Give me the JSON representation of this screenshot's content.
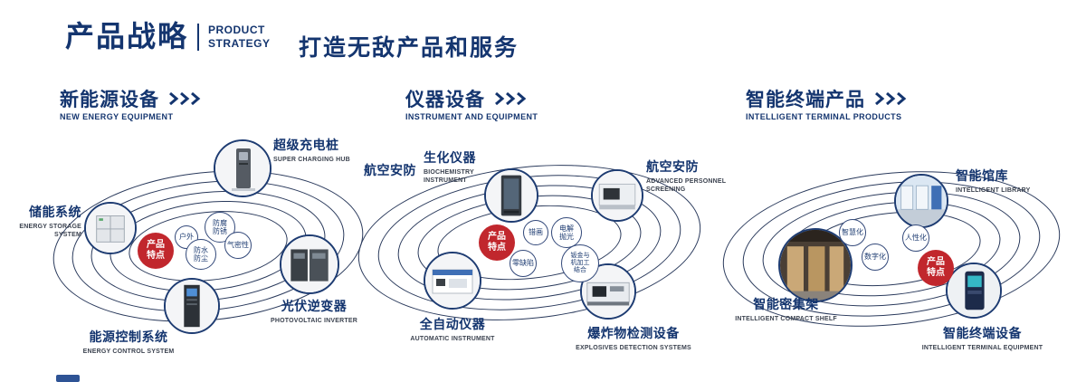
{
  "header": {
    "title_cn": "产品战略",
    "title_en_line1": "PRODUCT",
    "title_en_line2": "STRATEGY",
    "slogan": "打造无敌产品和服务"
  },
  "colors": {
    "navy": "#14356f",
    "red": "#c1272d"
  },
  "sections": {
    "new_energy": {
      "title_cn": "新能源设备",
      "title_en": "NEW ENERGY EQUIPMENT",
      "badge": "产品特点",
      "features": [
        "户外",
        "防腐防锈",
        "防水防尘",
        "气密性"
      ],
      "products": {
        "charging_hub": {
          "cn": "超级充电桩",
          "en": "SUPER CHARGING HUB"
        },
        "storage": {
          "cn": "储能系统",
          "en": "ENERGY STORAGE SYSTEM"
        },
        "inverter": {
          "cn": "光伏逆变器",
          "en": "PHOTOVOLTAIC INVERTER"
        },
        "control": {
          "cn": "能源控制系统",
          "en": "ENERGY CONTROL SYSTEM"
        }
      }
    },
    "instrument": {
      "title_cn": "仪器设备",
      "title_en": "INSTRUMENT AND EQUIPMENT",
      "side_label": "航空安防",
      "badge": "产品特点",
      "features": [
        "错画",
        "电解抛光",
        "零缺陷",
        "钣金与机加工结合"
      ],
      "products": {
        "biochemistry": {
          "cn": "生化仪器",
          "en": "BIOCHEMISTRY INSTRUMENT"
        },
        "screening": {
          "cn": "航空安防",
          "en": "ADVANCED PERSONNEL SCREENING"
        },
        "automatic": {
          "cn": "全自动仪器",
          "en": "AUTOMATIC INSTRUMENT"
        },
        "explosives": {
          "cn": "爆炸物检测设备",
          "en": "EXPLOSIVES DETECTION SYSTEMS"
        }
      }
    },
    "intelligent": {
      "title_cn": "智能终端产品",
      "title_en": "INTELLIGENT TERMINAL PRODUCTS",
      "badge": "产品特点",
      "features": [
        "智慧化",
        "数字化",
        "人性化"
      ],
      "products": {
        "library": {
          "cn": "智能馆库",
          "en": "INTELLIGENT LIBRARY"
        },
        "compact_shelf": {
          "cn": "智能密集架",
          "en": "INTELLIGENT COMPACT SHELF"
        },
        "terminal": {
          "cn": "智能终端设备",
          "en": "INTELLIGENT TERMINAL EQUIPMENT"
        }
      }
    }
  }
}
